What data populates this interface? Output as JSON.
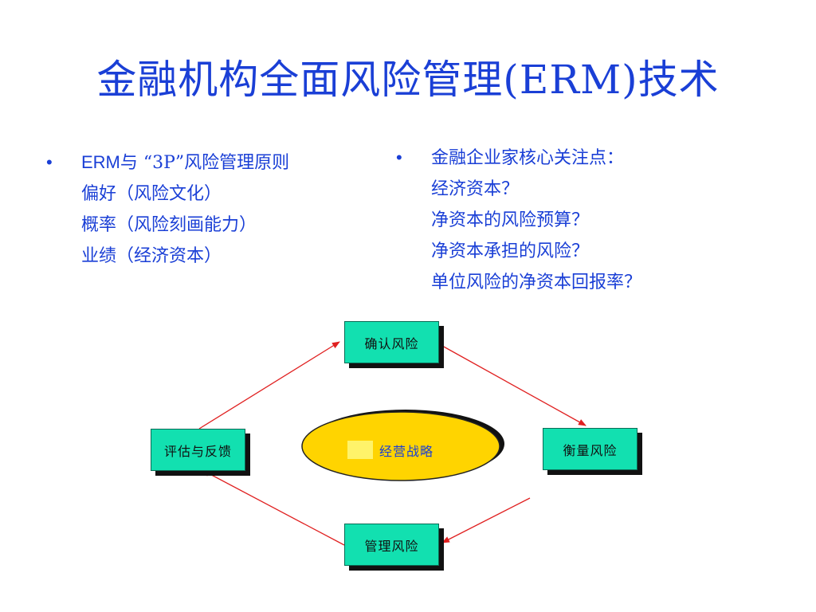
{
  "slide": {
    "title": "金融机构全面风险管理(ERM)技术",
    "left_column": {
      "bullet": "•",
      "heading_prefix": "ERM",
      "heading_rest": "与 “3P”风险管理原则",
      "lines": [
        "偏好（风险文化）",
        "概率（风险刻画能力）",
        "业绩（经济资本）"
      ]
    },
    "right_column": {
      "bullet": "•",
      "heading": "金融企业家核心关注点：",
      "lines": [
        "经济资本？",
        "净资本的风险预算？",
        "净资本承担的风险？",
        "单位风险的净资本回报率？"
      ]
    }
  },
  "diagram": {
    "nodes": {
      "top": "确认风险",
      "right": "衡量风险",
      "bottom": "管理风险",
      "left": "评估与反馈"
    },
    "center": "经营战略",
    "colors": {
      "node_fill": "#12e0b0",
      "center_fill": "#ffd400",
      "arrow": "#e02020",
      "text": "#1a3fd6"
    }
  }
}
